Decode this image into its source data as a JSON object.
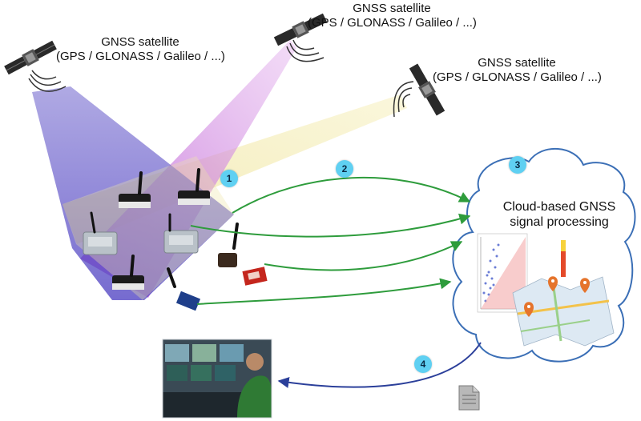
{
  "satellites": [
    {
      "title": "GNSS satellite",
      "subtitle": "(GPS / GLONASS / Galileo / ...)"
    },
    {
      "title": "GNSS satellite",
      "subtitle": "(GPS / GLONASS / Galileo / ...)"
    },
    {
      "title": "GNSS satellite",
      "subtitle": "(GPS / GLONASS / Galileo / ...)"
    }
  ],
  "steps": [
    "1",
    "2",
    "3",
    "4"
  ],
  "cloud": {
    "title_line1": "Cloud-based GNSS",
    "title_line2": "signal processing"
  },
  "colors": {
    "beam_left": "#4a3fb0",
    "beam_middle": "#c76ad6",
    "beam_right": "#f1e9a0",
    "arrow_green": "#2e9c3c",
    "arrow_blue": "#2b3f9a",
    "badge": "#5fd0f2"
  }
}
